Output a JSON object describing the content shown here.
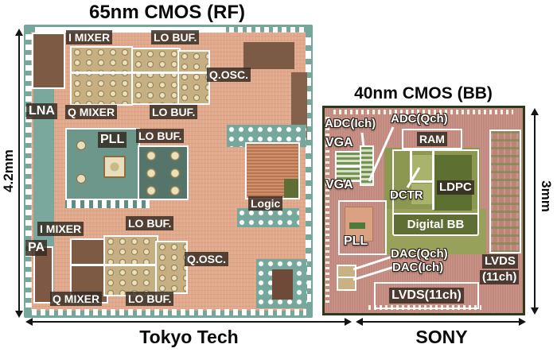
{
  "rf_chip": {
    "title": "65nm CMOS (RF)",
    "vendor": "Tokyo Tech",
    "height_dim": "4.2mm",
    "labels": {
      "i_mixer_top": "I MIXER",
      "lo_buf_1": "LO BUF.",
      "q_osc_top": "Q.OSC.",
      "lna": "LNA",
      "q_mixer_top": "Q MIXER",
      "lo_buf_2": "LO BUF.",
      "lo_buf_3": "LO BUF.",
      "pll": "PLL",
      "logic": "Logic",
      "i_mixer_bot": "I MIXER",
      "lo_buf_4": "LO BUF.",
      "pa": "PA",
      "q_osc_bot": "Q.OSC.",
      "q_mixer_bot": "Q MIXER",
      "lo_buf_5": "LO BUF."
    }
  },
  "bb_chip": {
    "title": "40nm CMOS (BB)",
    "vendor": "SONY",
    "height_dim": "3mm",
    "labels": {
      "adc_ich": "ADC(Ich)",
      "adc_qch": "ADC(Qch)",
      "vga_top": "VGA",
      "vga_bot": "VGA",
      "ram": "RAM",
      "dctr": "DCTR",
      "ldpc": "LDPC",
      "digital_bb": "Digital BB",
      "pll": "PLL",
      "dac_qch": "DAC(Qch)",
      "dac_ich": "DAC(Ich)",
      "lvds_bottom": "LVDS(11ch)",
      "lvds_right_l1": "LVDS",
      "lvds_right_l2": "(11ch)"
    }
  },
  "colors": {
    "rf_die_ring": "#76a79c",
    "rf_die_face": "#e0a98c",
    "bb_die_border": "#2c3a1b",
    "bb_die_face": "#c2897f",
    "olive_block": "#8c9751",
    "ldpc_block": "#5c7032",
    "block_outline": "#ffffff",
    "label_bg": "rgba(50,40,30,0.82)",
    "arrow_color": "#141414"
  }
}
